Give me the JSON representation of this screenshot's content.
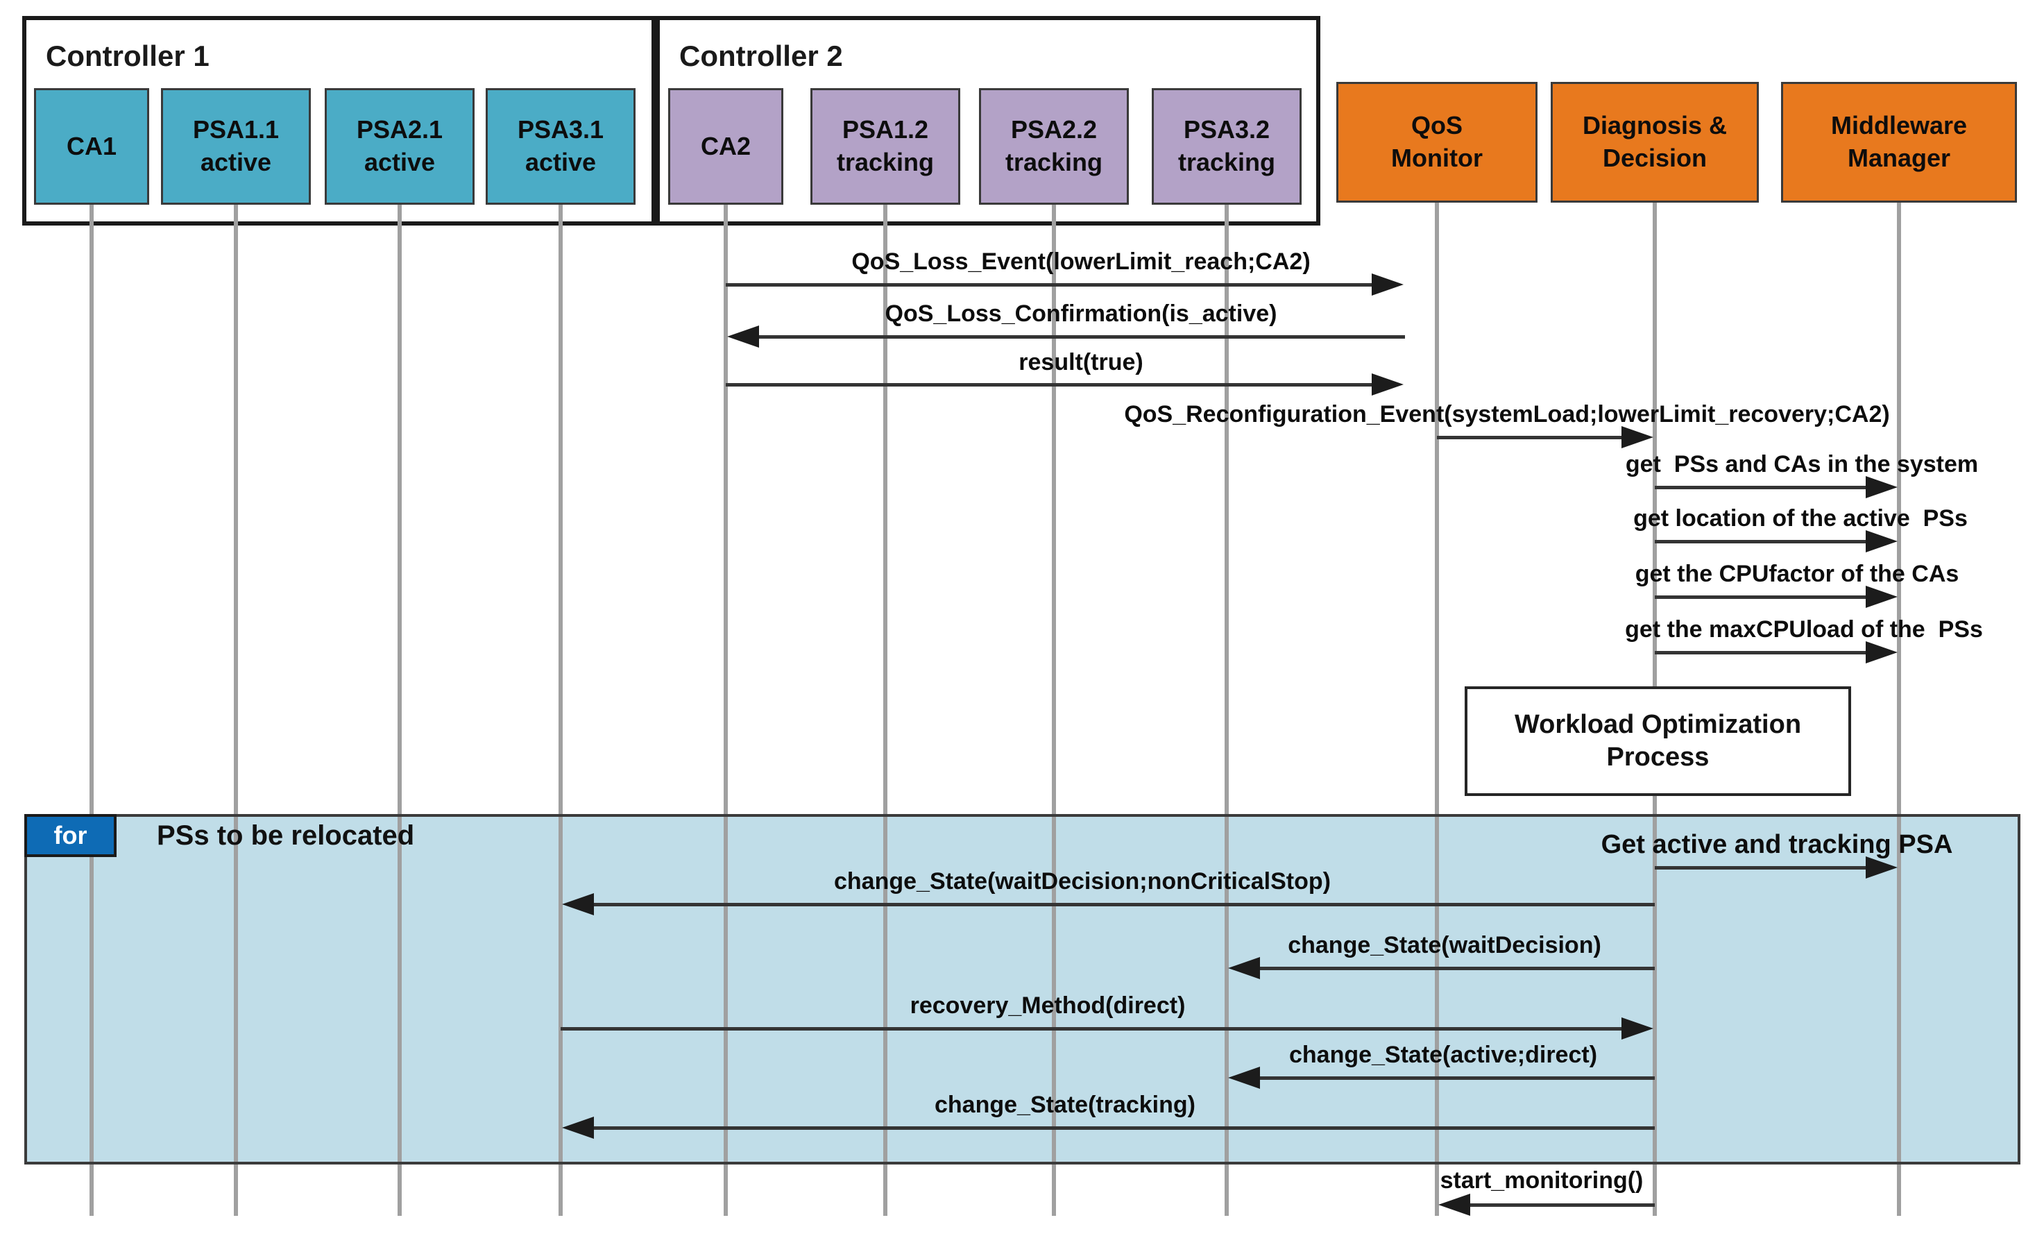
{
  "diagram": {
    "groups": [
      {
        "title": "Controller 1"
      },
      {
        "title": "Controller 2"
      }
    ],
    "actors": [
      {
        "line1": "CA1",
        "line2": "",
        "group": "Controller 1"
      },
      {
        "line1": "PSA1.1",
        "line2": "active",
        "group": "Controller 1"
      },
      {
        "line1": "PSA2.1",
        "line2": "active",
        "group": "Controller 1"
      },
      {
        "line1": "PSA3.1",
        "line2": "active",
        "group": "Controller 1"
      },
      {
        "line1": "CA2",
        "line2": "",
        "group": "Controller 2"
      },
      {
        "line1": "PSA1.2",
        "line2": "tracking",
        "group": "Controller 2"
      },
      {
        "line1": "PSA2.2",
        "line2": "tracking",
        "group": "Controller 2"
      },
      {
        "line1": "PSA3.2",
        "line2": "tracking",
        "group": "Controller 2"
      },
      {
        "line1": "QoS",
        "line2": "Monitor",
        "group": ""
      },
      {
        "line1": "Diagnosis &",
        "line2": "Decision",
        "group": ""
      },
      {
        "line1": "Middleware",
        "line2": "Manager",
        "group": ""
      }
    ],
    "messages": [
      {
        "label": "QoS_Loss_Event(lowerLimit_reach;CA2)",
        "from": "CA2",
        "to": "QoS Monitor"
      },
      {
        "label": "QoS_Loss_Confirmation(is_active)",
        "from": "QoS Monitor",
        "to": "CA2"
      },
      {
        "label": "result(true)",
        "from": "CA2",
        "to": "QoS Monitor"
      },
      {
        "label": "QoS_Reconfiguration_Event(systemLoad;lowerLimit_recovery;CA2)",
        "from": "QoS Monitor",
        "to": "Diagnosis & Decision"
      },
      {
        "label": "get  PSs and CAs in the system",
        "from": "Diagnosis & Decision",
        "to": "Middleware Manager"
      },
      {
        "label": "get location of the active  PSs",
        "from": "Diagnosis & Decision",
        "to": "Middleware Manager"
      },
      {
        "label": "get the CPUfactor of the CAs",
        "from": "Diagnosis & Decision",
        "to": "Middleware Manager"
      },
      {
        "label": "get the maxCPUload of the  PSs",
        "from": "Diagnosis & Decision",
        "to": "Middleware Manager"
      },
      {
        "label": "Get active and tracking PSA",
        "from": "Diagnosis & Decision",
        "to": "Middleware Manager"
      },
      {
        "label": "change_State(waitDecision;nonCriticalStop)",
        "from": "Diagnosis & Decision",
        "to": "PSA3.1"
      },
      {
        "label": "change_State(waitDecision)",
        "from": "Diagnosis & Decision",
        "to": "PSA3.2"
      },
      {
        "label": "recovery_Method(direct)",
        "from": "PSA3.1",
        "to": "Diagnosis & Decision"
      },
      {
        "label": "change_State(active;direct)",
        "from": "Diagnosis & Decision",
        "to": "PSA3.2"
      },
      {
        "label": "change_State(tracking)",
        "from": "Diagnosis & Decision",
        "to": "PSA3.1"
      },
      {
        "label": "start_monitoring()",
        "from": "Diagnosis & Decision",
        "to": "QoS Monitor"
      }
    ],
    "fragment": {
      "operator": "for",
      "guard": "PSs to be relocated"
    },
    "process_box": {
      "label": "Workload Optimization Process"
    },
    "colors": {
      "controller1_node_fill": "#4bacc6",
      "controller2_node_fill": "#b3a2c7",
      "middleware_node_fill": "#e8791e",
      "fragment_fill": "#c0dde8",
      "fragment_operator_fill": "#0e6bb5",
      "lifeline_gray": "#a0a0a0",
      "arrow_color": "#1c1c1c"
    }
  }
}
